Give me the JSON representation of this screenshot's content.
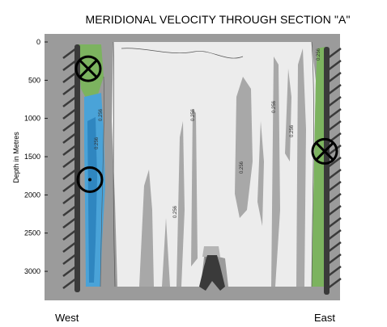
{
  "chart_data": {
    "type": "heatmap",
    "title": "MERIDIONAL VELOCITY THROUGH SECTION \"A\"",
    "xlabel": "",
    "ylabel": "Depth in Metres",
    "x_labels": {
      "left": "West",
      "right": "East"
    },
    "y_ticks": [
      0,
      500,
      1000,
      1500,
      2000,
      2500,
      3000
    ],
    "ylim": [
      0,
      3200
    ],
    "y_reversed": true,
    "contour_labels": [
      "0.256",
      "0.256",
      "0.256",
      "0.256",
      "0.256",
      "0.256",
      "0.256",
      "0.256"
    ],
    "markers": [
      {
        "name": "into-page",
        "symbol": "circle-cross",
        "depth": 350,
        "side": "west"
      },
      {
        "name": "out-of-page",
        "symbol": "circle-dot",
        "depth": 1800,
        "side": "west"
      },
      {
        "name": "into-page",
        "symbol": "circle-cross",
        "depth": 1430,
        "side": "east"
      }
    ],
    "colors": {
      "background_gray": "#9b9b9b",
      "light_region": "#ececec",
      "green_flow": "#7cb35f",
      "blue_flow": "#4aa3d8",
      "wall": "#3a3a3a"
    }
  }
}
